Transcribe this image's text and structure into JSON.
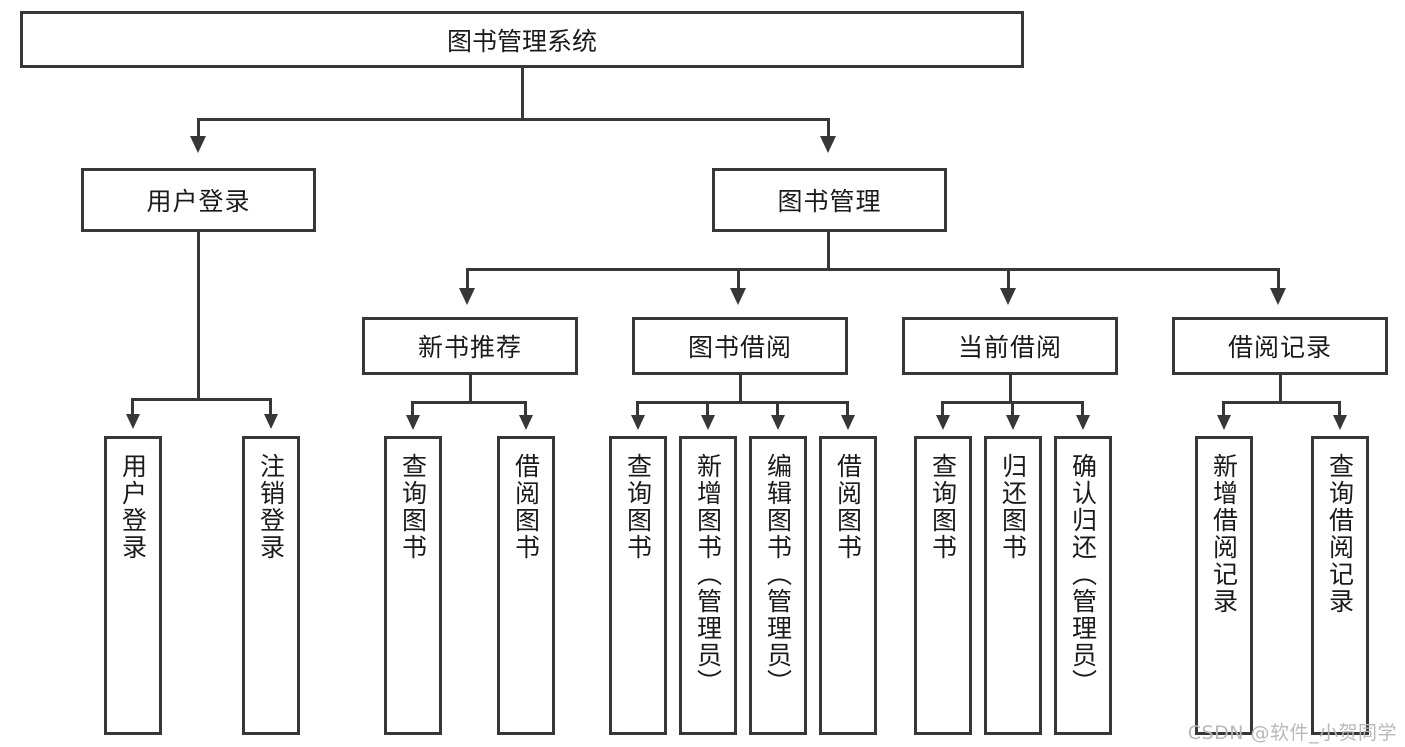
{
  "diagram": {
    "title": "图书管理系统",
    "type": "tree-hierarchy",
    "root": {
      "label": "图书管理系统"
    },
    "level2": [
      {
        "label": "用户登录"
      },
      {
        "label": "图书管理"
      }
    ],
    "level3": [
      {
        "label": "新书推荐"
      },
      {
        "label": "图书借阅"
      },
      {
        "label": "当前借阅"
      },
      {
        "label": "借阅记录"
      }
    ],
    "leaves": {
      "user_login": [
        {
          "label": "用户登录"
        },
        {
          "label": "注销登录"
        }
      ],
      "new_book_recommend": [
        {
          "label": "查询图书"
        },
        {
          "label": "借阅图书"
        }
      ],
      "book_borrow": [
        {
          "label": "查询图书"
        },
        {
          "label": "新增图书（管理员）"
        },
        {
          "label": "编辑图书（管理员）"
        },
        {
          "label": "借阅图书"
        }
      ],
      "current_borrow": [
        {
          "label": "查询图书"
        },
        {
          "label": "归还图书"
        },
        {
          "label": "确认归还（管理员）"
        }
      ],
      "borrow_record": [
        {
          "label": "新增借阅记录"
        },
        {
          "label": "查询借阅记录"
        }
      ]
    }
  },
  "watermark": {
    "text": "CSDN @软件_小贺同学"
  },
  "colors": {
    "stroke": "#37373b",
    "background": "#ffffff",
    "text": "#1b1b1f",
    "watermark": "#b9b9bd"
  }
}
